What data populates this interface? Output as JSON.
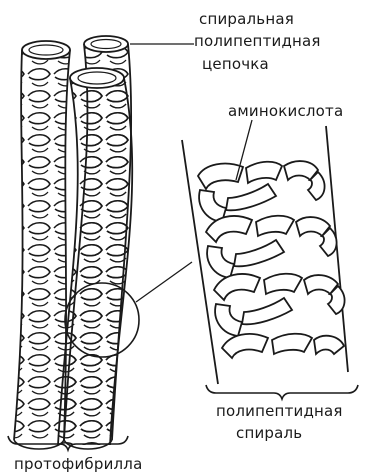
{
  "labels": {
    "helical_chain": [
      "спиральная",
      "полипептидная",
      "цепочка"
    ],
    "amino_acid": "аминокислота",
    "polypeptide_helix": [
      "полипептидная",
      "спираль"
    ],
    "protofibril": "протофибрилла"
  },
  "colors": {
    "ink": "#1a1a1a",
    "background": "#ffffff"
  }
}
